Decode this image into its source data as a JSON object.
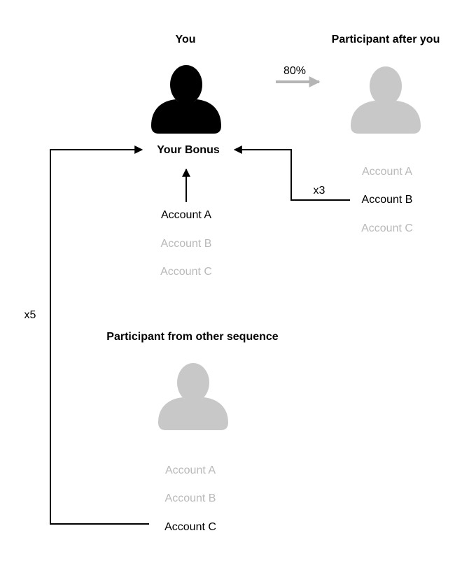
{
  "you": {
    "title": "You",
    "bonus_label": "Your Bonus",
    "accounts": [
      {
        "label": "Account A",
        "active": true
      },
      {
        "label": "Account B",
        "active": false
      },
      {
        "label": "Account C",
        "active": false
      }
    ],
    "icon": "person-icon",
    "icon_color": "#000000"
  },
  "participant_after": {
    "title": "Participant after you",
    "transfer_label": "80%",
    "accounts": [
      {
        "label": "Account A",
        "active": false
      },
      {
        "label": "Account B",
        "active": true
      },
      {
        "label": "Account C",
        "active": false
      }
    ],
    "multiplier": "x3",
    "icon": "person-icon",
    "icon_color": "#c8c8c8"
  },
  "participant_other": {
    "title": "Participant from other sequence",
    "accounts": [
      {
        "label": "Account A",
        "active": false
      },
      {
        "label": "Account B",
        "active": false
      },
      {
        "label": "Account C",
        "active": true
      }
    ],
    "multiplier": "x5",
    "icon": "person-icon",
    "icon_color": "#c8c8c8"
  },
  "colors": {
    "active_text": "#000000",
    "inactive_text": "#b9b9b9",
    "arrow_line": "#000000",
    "transfer_arrow": "#b5b5b5"
  }
}
